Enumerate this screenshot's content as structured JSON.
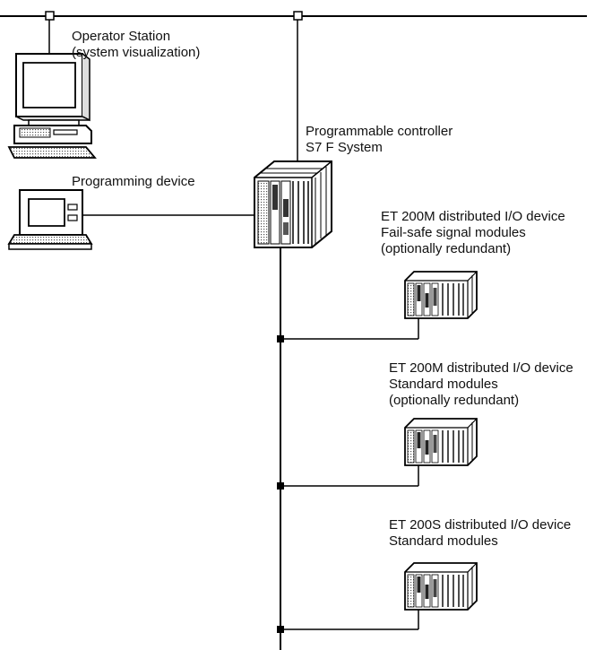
{
  "diagram": {
    "operator_station": {
      "line1": "Operator Station",
      "line2": "(system visualization)",
      "icon": "desktop-computer-icon"
    },
    "programming_device": {
      "label": "Programming device",
      "icon": "laptop-icon"
    },
    "controller": {
      "line1": "Programmable controller",
      "line2": "S7 F System",
      "icon": "plc-rack-icon"
    },
    "io_1": {
      "line1": "ET 200M distributed I/O device",
      "line2": "Fail-safe signal modules",
      "line3": "(optionally redundant)",
      "icon": "io-rack-icon"
    },
    "io_2": {
      "line1": "ET 200M distributed I/O device",
      "line2": "Standard modules",
      "line3": "(optionally redundant)",
      "icon": "io-rack-icon"
    },
    "io_3": {
      "line1": "ET 200S distributed I/O device",
      "line2": "Standard modules",
      "icon": "io-rack-icon"
    }
  }
}
